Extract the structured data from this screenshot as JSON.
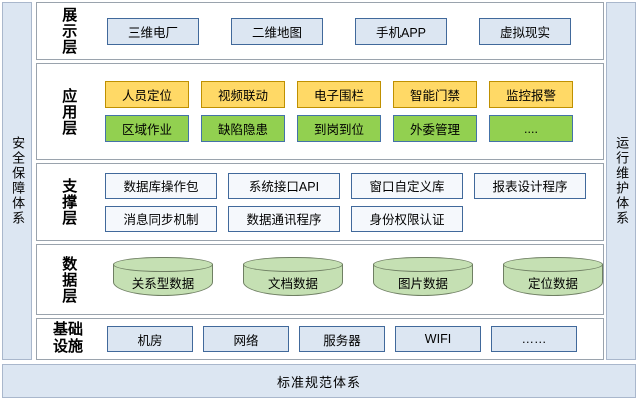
{
  "pillars": {
    "left": {
      "label": "安全保障体系"
    },
    "right": {
      "label": "运行维护体系"
    }
  },
  "footer": {
    "label": "标准规范体系"
  },
  "layers": [
    {
      "key": "presentation",
      "title": "展示层",
      "rows": [
        {
          "style": "blue",
          "items": [
            "三维电厂",
            "二维地图",
            "手机APP",
            "虚拟现实"
          ]
        }
      ]
    },
    {
      "key": "application",
      "title": "应用层",
      "rows": [
        {
          "style": "amber",
          "items": [
            "人员定位",
            "视频联动",
            "电子围栏",
            "智能门禁",
            "监控报警"
          ]
        },
        {
          "style": "green",
          "items": [
            "区域作业",
            "缺陷隐患",
            "到岗到位",
            "外委管理",
            "...."
          ]
        }
      ]
    },
    {
      "key": "support",
      "title": "支撑层",
      "rows": [
        {
          "style": "pale",
          "items": [
            "数据库操作包",
            "系统接口API",
            "窗口自定义库",
            "报表设计程序"
          ]
        },
        {
          "style": "pale",
          "items": [
            "消息同步机制",
            "数据通讯程序",
            "身份权限认证"
          ]
        }
      ]
    },
    {
      "key": "data",
      "title": "数据层",
      "rows": [
        {
          "style": "cylinder",
          "items": [
            "关系型数据",
            "文档数据",
            "图片数据",
            "定位数据"
          ]
        }
      ]
    },
    {
      "key": "infrastructure",
      "title": "基础设施",
      "title_lines": [
        "基础",
        "设施"
      ],
      "rows": [
        {
          "style": "blue",
          "items": [
            "机房",
            "网络",
            "服务器",
            "WIFI",
            "……"
          ]
        }
      ]
    }
  ],
  "colors": {
    "pillar_fill": "#DCE6F2",
    "node_blue_fill": "#DCE6F2",
    "node_blue_border": "#41699b",
    "node_amber_fill": "#FFD966",
    "node_amber_border": "#BF9000",
    "node_green_fill": "#92D050",
    "node_green_border": "#4472a8",
    "node_pale_fill": "#F5F8FC",
    "cylinder_fill": "#C5E0B3",
    "cylinder_border": "#6f7f63",
    "layer_border": "#9aa3ad"
  }
}
